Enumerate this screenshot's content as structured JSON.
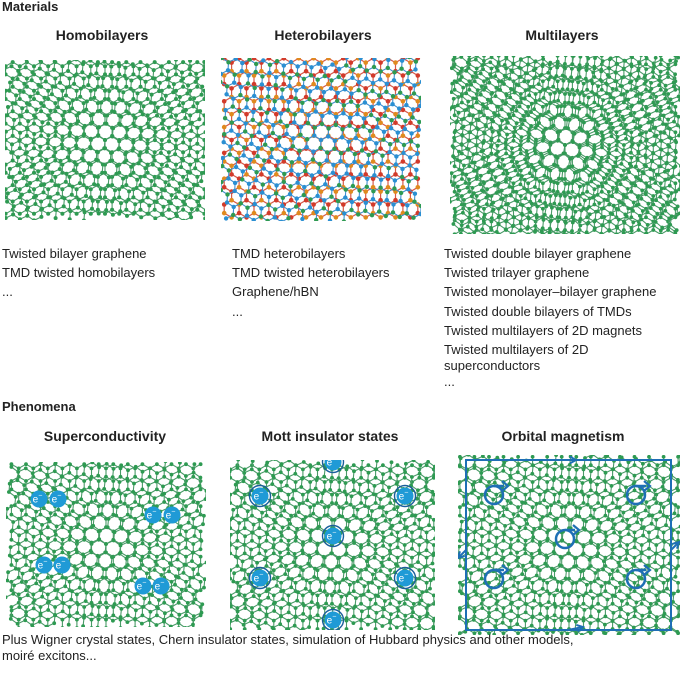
{
  "sections": {
    "materials": "Materials",
    "phenomena": "Phenomena"
  },
  "materials": [
    {
      "title": "Homobilayers",
      "items": [
        "Twisted bilayer graphene",
        "TMD twisted homobilayers",
        "..."
      ]
    },
    {
      "title": "Heterobilayers",
      "items": [
        "TMD heterobilayers",
        "TMD twisted heterobilayers",
        "Graphene/hBN",
        "..."
      ]
    },
    {
      "title": "Multilayers",
      "items": [
        "Twisted double bilayer graphene",
        "Twisted trilayer graphene",
        "Twisted monolayer–bilayer graphene",
        "Twisted double bilayers of TMDs",
        "Twisted multilayers of 2D magnets",
        "Twisted multilayers of 2D",
        "superconductors",
        "..."
      ]
    }
  ],
  "phenomena": [
    {
      "title": "Superconductivity"
    },
    {
      "title": "Mott insulator states"
    },
    {
      "title": "Orbital magnetism"
    }
  ],
  "electron_label": "e",
  "electron_superscript": "−",
  "footer": [
    "Plus Wigner crystal states, Chern insulator states, simulation of Hubbard physics and other models,",
    "moiré excitons..."
  ],
  "colors": {
    "bond": "#4a9a68",
    "atom": "#2e9a52",
    "electron": "#1f9ad6",
    "magnet_frame": "#1e6fb5",
    "hetero_atoms": [
      "#d23a2a",
      "#2a8fd2",
      "#e08a1e",
      "#2e9a52"
    ]
  }
}
